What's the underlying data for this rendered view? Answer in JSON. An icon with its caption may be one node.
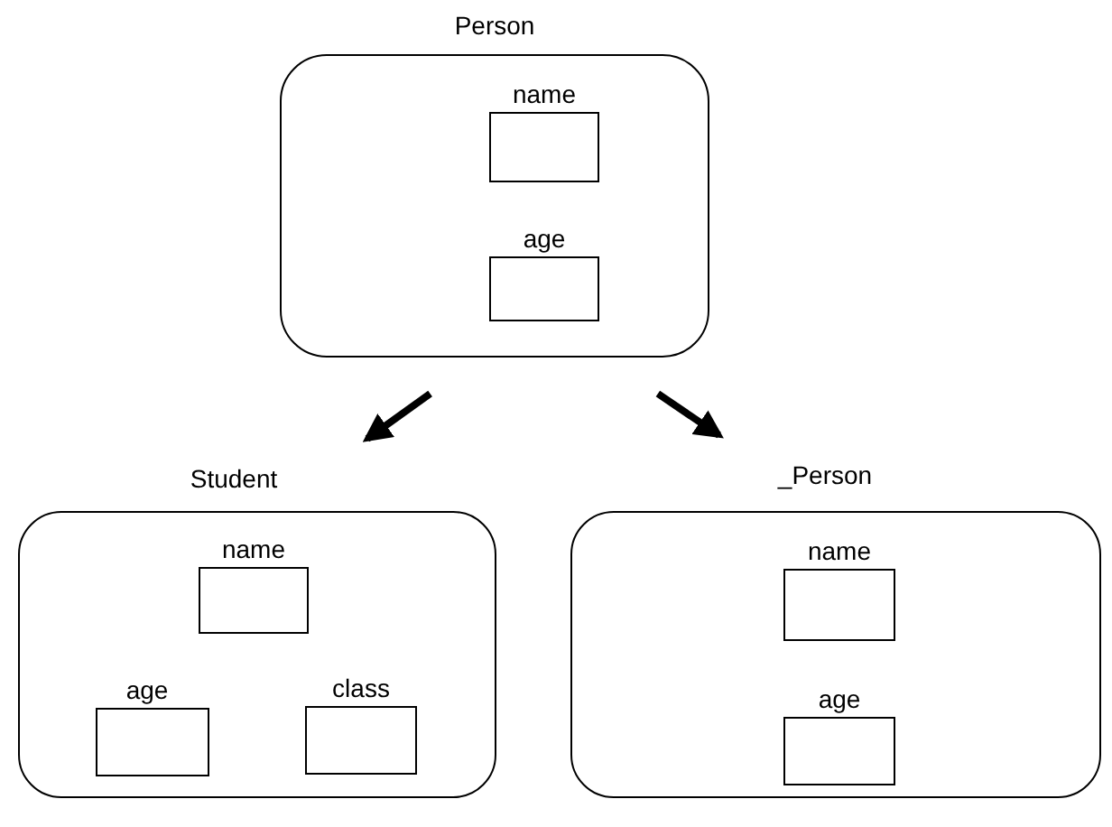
{
  "diagram": {
    "nodes": [
      {
        "text": [
          "Person"
        ]
      },
      {
        "text": [
          "name"
        ],
        "in": 0
      },
      {
        "text": [
          "age"
        ],
        "in": 0
      },
      {
        "text": [
          "Student"
        ]
      },
      {
        "text": [
          "name"
        ],
        "in": 3
      },
      {
        "text": [
          "age"
        ],
        "in": 3
      },
      {
        "text": [
          "class"
        ],
        "in": 3
      },
      {
        "text": [
          "_Person"
        ]
      },
      {
        "text": [
          "name"
        ],
        "in": 7
      },
      {
        "text": [
          "age"
        ],
        "in": 7
      }
    ],
    "edges": [
      {
        "from": 0,
        "to": 3,
        "arrow": "to"
      },
      {
        "from": 0,
        "to": 7,
        "arrow": "to"
      }
    ]
  }
}
